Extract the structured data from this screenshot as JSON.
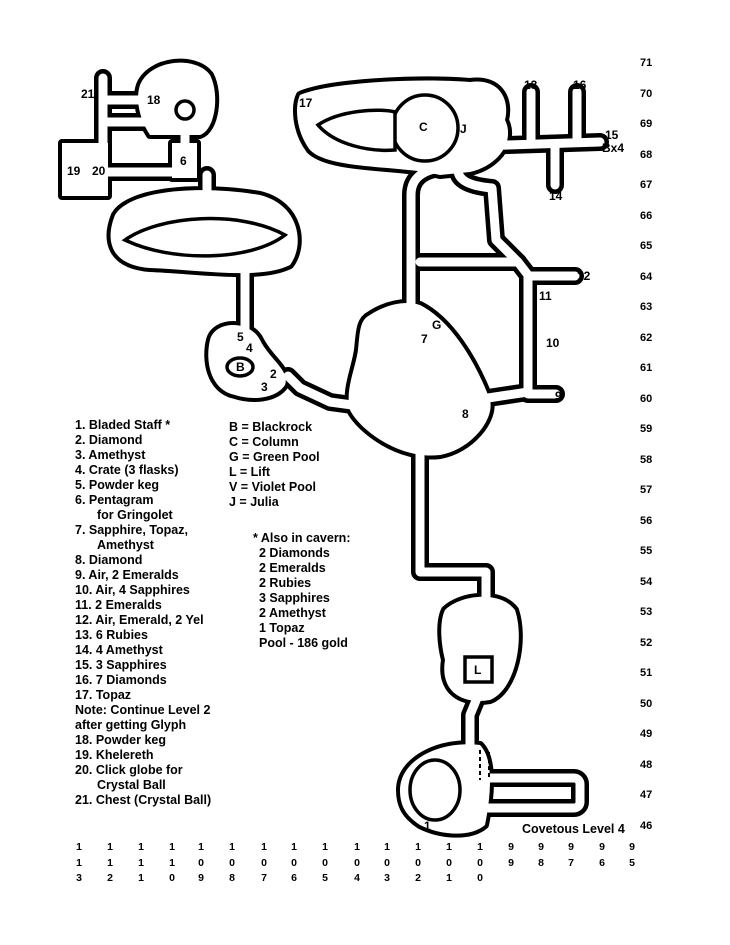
{
  "map_title": "Covetous Level 4",
  "map_labels": {
    "l1": "1",
    "l2": "2",
    "l3": "3",
    "l4": "4",
    "l5": "5",
    "l6": "6",
    "l7": "7",
    "l8": "8",
    "l9": "9",
    "l10": "10",
    "l11": "11",
    "l12": "12",
    "l13": "13",
    "l14": "14",
    "l15": "15",
    "l15b": "Bx4",
    "l16": "16",
    "l17": "17",
    "l18": "18",
    "l19": "19",
    "l20": "20",
    "l21": "21",
    "B": "B",
    "C": "C",
    "G": "G",
    "J": "J",
    "L": "L"
  },
  "legend_items": [
    "1.  Bladed Staff *",
    "2.  Diamond",
    "3.  Amethyst",
    "4.  Crate (3 flasks)",
    "5.  Powder keg",
    "6.  Pentagram",
    "for Gringolet",
    "7.  Sapphire, Topaz,",
    "Amethyst",
    "8.  Diamond",
    "9.  Air, 2 Emeralds",
    "10. Air, 4 Sapphires",
    "11. 2 Emeralds",
    "12. Air, Emerald, 2 Yel",
    "13. 6 Rubies",
    "14. 4 Amethyst",
    "15. 3 Sapphires",
    "16. 7 Diamonds",
    "17. Topaz",
    "Note: Continue Level 2",
    "after getting Glyph",
    "18. Powder keg",
    "19. Khelereth",
    "20. Click globe for",
    "Crystal Ball",
    "21. Chest (Crystal Ball)"
  ],
  "key_items": [
    "B = Blackrock",
    "C = Column",
    "G = Green Pool",
    "L = Lift",
    "V = Violet Pool",
    "J = Julia"
  ],
  "cavern_note": [
    "* Also in cavern:",
    "2 Diamonds",
    "2 Emeralds",
    "2 Rubies",
    "3 Sapphires",
    "2 Amethyst",
    "1 Topaz",
    "Pool - 186 gold"
  ],
  "y_axis": [
    "71",
    "70",
    "69",
    "68",
    "67",
    "66",
    "65",
    "64",
    "63",
    "62",
    "61",
    "60",
    "59",
    "58",
    "57",
    "56",
    "55",
    "54",
    "53",
    "52",
    "51",
    "50",
    "49",
    "48",
    "47",
    "46"
  ],
  "x_axis": [
    [
      "1",
      "1",
      "3"
    ],
    [
      "1",
      "1",
      "2"
    ],
    [
      "1",
      "1",
      "1"
    ],
    [
      "1",
      "1",
      "0"
    ],
    [
      "1",
      "0",
      "9"
    ],
    [
      "1",
      "0",
      "8"
    ],
    [
      "1",
      "0",
      "7"
    ],
    [
      "1",
      "0",
      "6"
    ],
    [
      "1",
      "0",
      "5"
    ],
    [
      "1",
      "0",
      "4"
    ],
    [
      "1",
      "0",
      "3"
    ],
    [
      "1",
      "0",
      "2"
    ],
    [
      "1",
      "0",
      "1"
    ],
    [
      "1",
      "0",
      "0"
    ],
    [
      "9",
      "9",
      ""
    ],
    [
      "9",
      "8",
      ""
    ],
    [
      "9",
      "7",
      ""
    ],
    [
      "9",
      "6",
      ""
    ],
    [
      "9",
      "5",
      ""
    ]
  ]
}
